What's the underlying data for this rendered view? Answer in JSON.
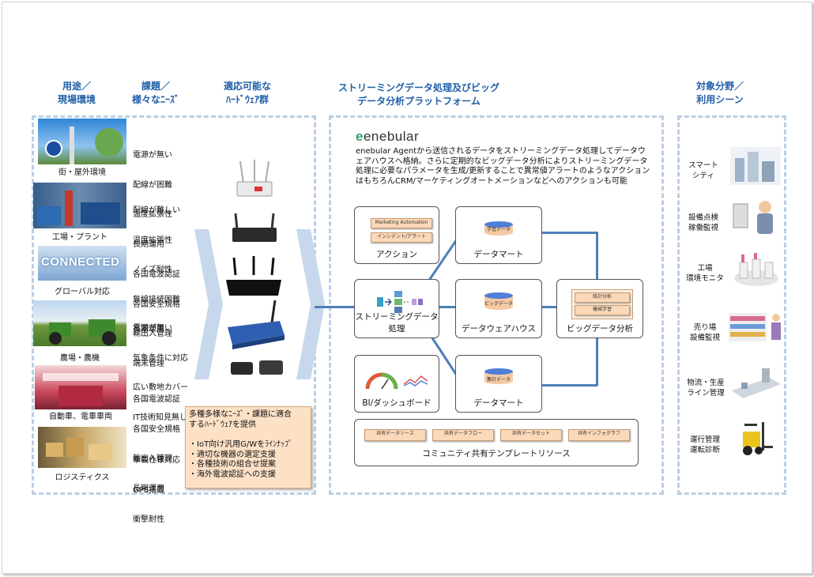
{
  "headers": {
    "col1": [
      "用途／",
      "現場環境"
    ],
    "col2": [
      "課題／",
      "様々なﾆｰｽﾞ"
    ],
    "col3": [
      "適応可能な",
      "ﾊｰﾄﾞｳｪｱ群"
    ],
    "col4": [
      "ストリーミングデータ処理及びビッグ",
      "データ分析プラットフォーム"
    ],
    "col5": [
      "対象分野／",
      "利用シーン"
    ]
  },
  "use_cases": [
    {
      "caption": "街・屋外環境",
      "issues": [
        "電源が無い",
        "配線が困難",
        "温度拡張性",
        "長期運用"
      ]
    },
    {
      "caption": "工場・プラント",
      "issues": [
        "配線が難しい",
        "温度拡張性",
        "ノイズ耐性",
        "無線接続困難",
        "長期運用"
      ]
    },
    {
      "caption": "グローバル対応",
      "photo_text": "CONNECTED",
      "issues": [
        "各国電波認証",
        "各国安全規格",
        "輸出入管理",
        "端末管理"
      ]
    },
    {
      "caption": "農場・農機",
      "issues": [
        "電源が無い",
        "気象条件に対応",
        "広い敷地カバー",
        "IT技術知見無し"
      ]
    },
    {
      "caption": "自動車、電車車両",
      "issues": [
        "各国電波認証",
        "各国安全規格",
        "輸出入管理",
        "長期運用"
      ]
    },
    {
      "caption": "ロジスティクス",
      "issues": [
        "車載仕様対応",
        "GPS搭載",
        "衝撃耐性"
      ]
    }
  ],
  "hardware_note": {
    "intro": [
      "多種多様なﾆｰｽﾞ・課題に適合",
      "するﾊｰﾄﾞｳｪｱを提供"
    ],
    "bullets": [
      "・IoT向け汎用G/Wをﾗｲﾝﾅｯﾌﾟ",
      "・適切な機器の選定支援",
      "・各種技術の組合せ提案",
      "・海外電波認証への支援"
    ]
  },
  "platform": {
    "logo": "enebular",
    "description": "enebular Agentから送信されるデータをストリーミングデータ処理してデータウェアハウスへ格納。さらに定期的なビッグデータ分析によりストリーミングデータ処理に必要なパラメータを生成/更新することで異常値アラートのようなアクションはもちろんCRM/マーケティングオートメーションなどへのアクションも可能",
    "boxes": {
      "action": {
        "label": "アクション",
        "tags": [
          "Marketing Automation",
          "インシデント/アラート"
        ]
      },
      "datamart1": {
        "label": "データマート",
        "tag": "学習データ"
      },
      "streaming": {
        "label": "ストリーミングデータ処理"
      },
      "warehouse": {
        "label": "データウェアハウス",
        "tag": "ビッグデータ"
      },
      "bigdata": {
        "label": "ビッグデータ分析",
        "tags": [
          "統計分析",
          "機械学習"
        ]
      },
      "bi": {
        "label": "BI/ダッシュボード"
      },
      "datamart2": {
        "label": "データマート",
        "tag": "集計データ"
      },
      "community": {
        "label": "コミュニティ共有テンプレートリソース",
        "tags": [
          "共有データソース",
          "共有データフロー",
          "共有データセット",
          "共有インフォグラフ"
        ]
      }
    }
  },
  "scenes": [
    [
      "スマート",
      "シティ"
    ],
    [
      "設備点検",
      "稼働監視"
    ],
    [
      "工場",
      "環境モニタ"
    ],
    [
      "売り場",
      "設備監視"
    ],
    [
      "物流・生産",
      "ライン管理"
    ],
    [
      "運行管理",
      "運転診断"
    ]
  ],
  "colors": {
    "header": "#1f5fa8",
    "dash": "#b9cfe5",
    "chevron": "#c7d8ec",
    "line": "#4f7fb8",
    "tag": "#fbd8b8",
    "note": "#fde1c7"
  }
}
